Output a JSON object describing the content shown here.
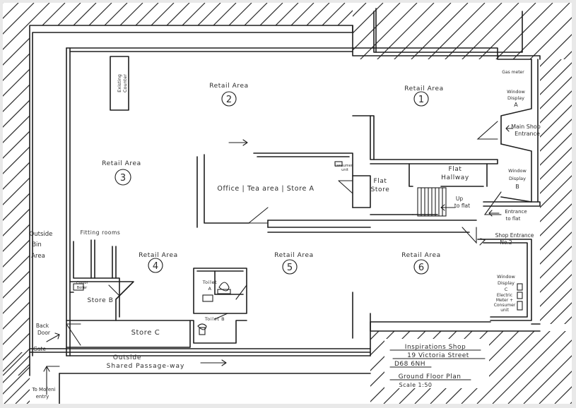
{
  "plan": {
    "rooms": {
      "retail_1": "Retail Area",
      "retail_1_num": "1",
      "retail_2": "Retail Area",
      "retail_2_num": "2",
      "retail_3": "Retail Area",
      "retail_3_num": "3",
      "retail_4": "Retail Area",
      "retail_4_num": "4",
      "retail_5": "Retail Area",
      "retail_5_num": "5",
      "retail_6": "Retail Area",
      "retail_6_num": "6",
      "office": "Office | Tea area | Store A",
      "flat_store_l1": "Flat",
      "flat_store_l2": "Store",
      "flat_hallway_l1": "Flat",
      "flat_hallway_l2": "Hallway",
      "store_b": "Store B",
      "store_c": "Store C",
      "toilet_a_l1": "Toilet",
      "toilet_a_l2": "A",
      "toilet_b": "Toilet B",
      "fitting_rooms": "Fitting rooms"
    },
    "features": {
      "existing_counter_l1": "Existing",
      "existing_counter_l2": "Counter",
      "gas_meter": "Gas meter",
      "window_a_l1": "Window",
      "window_a_l2": "Display",
      "window_a_l3": "A",
      "window_b_l1": "Window",
      "window_b_l2": "Display",
      "window_b_l3": "B",
      "window_c_l1": "Window",
      "window_c_l2": "Display",
      "window_c_l3": "C",
      "main_entrance_l1": "Main Shop",
      "main_entrance_l2": "Entrance",
      "entrance_flat_l1": "Entrance",
      "entrance_flat_l2": "to flat",
      "shop_entrance2_l1": "Shop Entrance",
      "shop_entrance2_l2": "No.2",
      "up_to_flat_l1": "Up",
      "up_to_flat_l2": "to flat",
      "consumer_unit_l1": "Consumer",
      "consumer_unit_l2": "unit",
      "combi_boiler_l1": "Combi",
      "combi_boiler_l2": "Boiler",
      "electric_l1": "Electric",
      "electric_l2": "Meter +",
      "electric_l3": "Consumer",
      "electric_l4": "unit",
      "back_door_l1": "Back",
      "back_door_l2": "Door",
      "gate": "Gate"
    },
    "outside": {
      "bin_l1": "Outside",
      "bin_l2": "Bin",
      "bin_l3": "Area",
      "passage_l1": "Outside",
      "passage_l2": "Shared Passage-way",
      "mofeni_l1": "To Mofeni",
      "mofeni_l2": "entry"
    },
    "title_block": {
      "line1": "Inspirations Shop",
      "line2": "19 Victoria Street",
      "line3": "D68 6NH",
      "line4": "Ground Floor Plan",
      "line5": "Scale 1:50"
    }
  }
}
